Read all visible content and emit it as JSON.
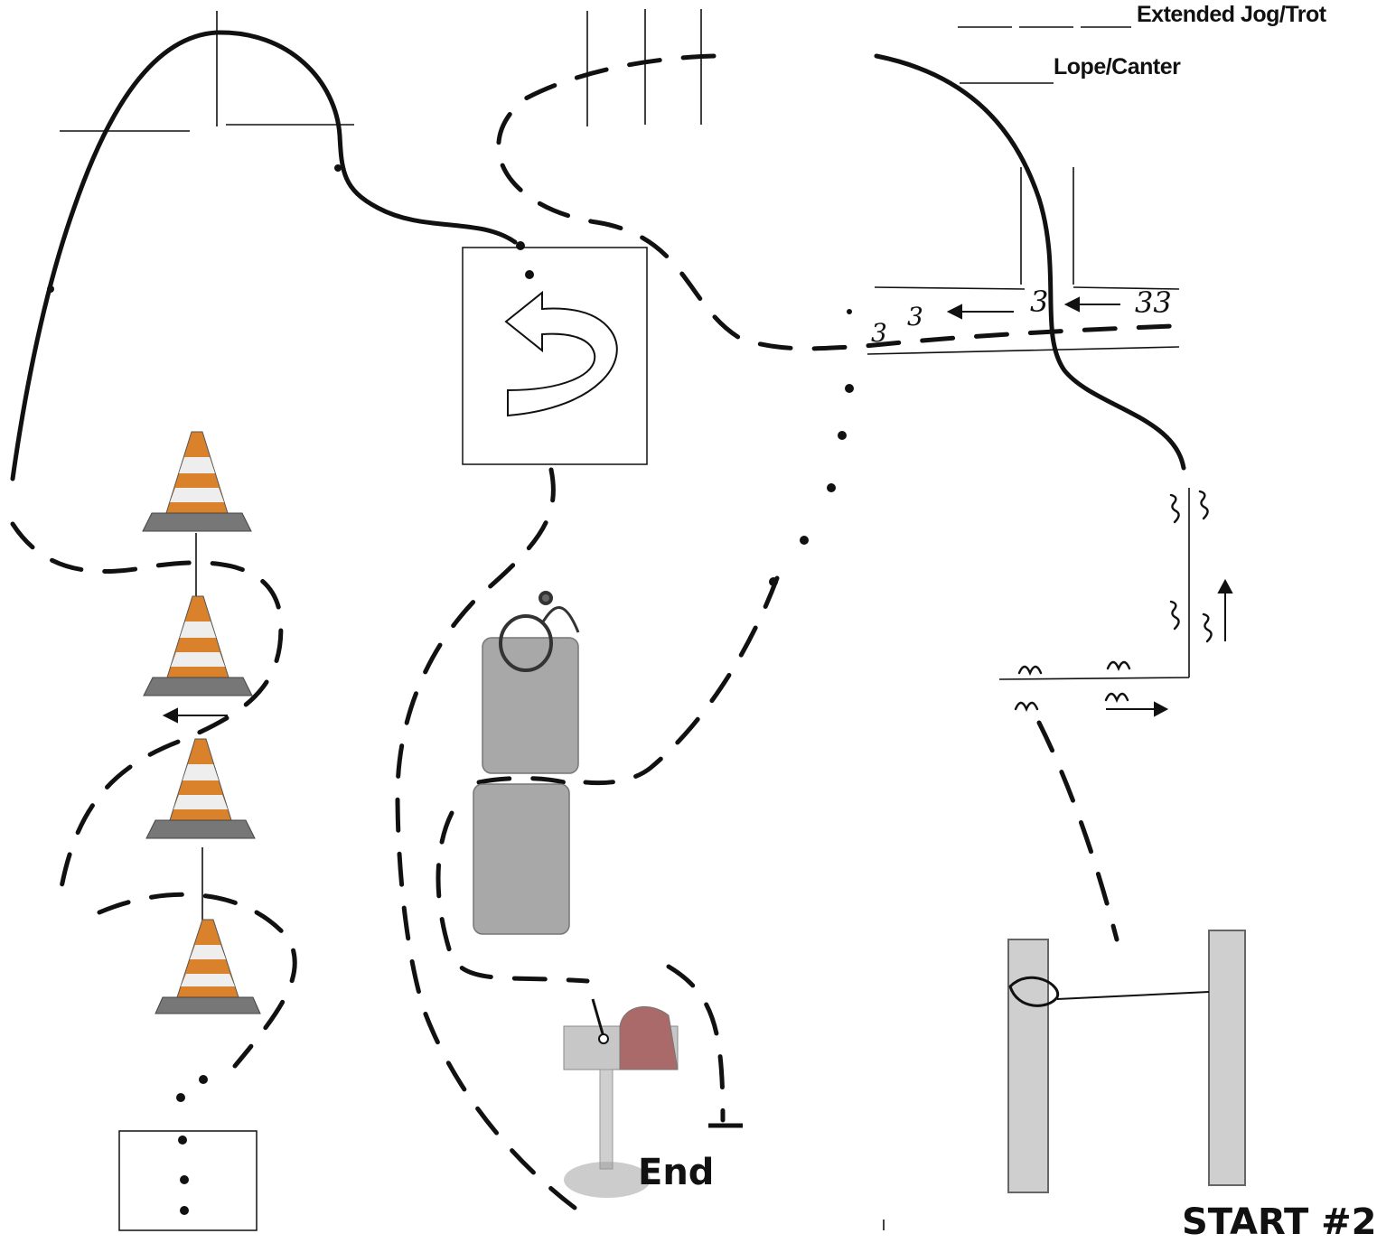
{
  "legend": {
    "extended_trot": "Extended Jog/Trot",
    "lope": "Lope/Canter"
  },
  "labels": {
    "end": "End",
    "start": "START #2"
  },
  "handwritten": {
    "count_a": "3",
    "count_b": "3",
    "count_c": "3",
    "count_d": "33",
    "count_e": "3"
  },
  "colors": {
    "ink": "#111111",
    "cone_orange": "#d9822b",
    "cone_stripe": "#eeeeee",
    "bale": "#a8a8a8",
    "mailbox_flag": "#c0392b"
  },
  "obstacles": [
    "traffic-cone",
    "traffic-cone",
    "traffic-cone",
    "traffic-cone",
    "turn-sign",
    "hay-bale",
    "hay-bale",
    "saddle",
    "mailbox",
    "gate"
  ]
}
